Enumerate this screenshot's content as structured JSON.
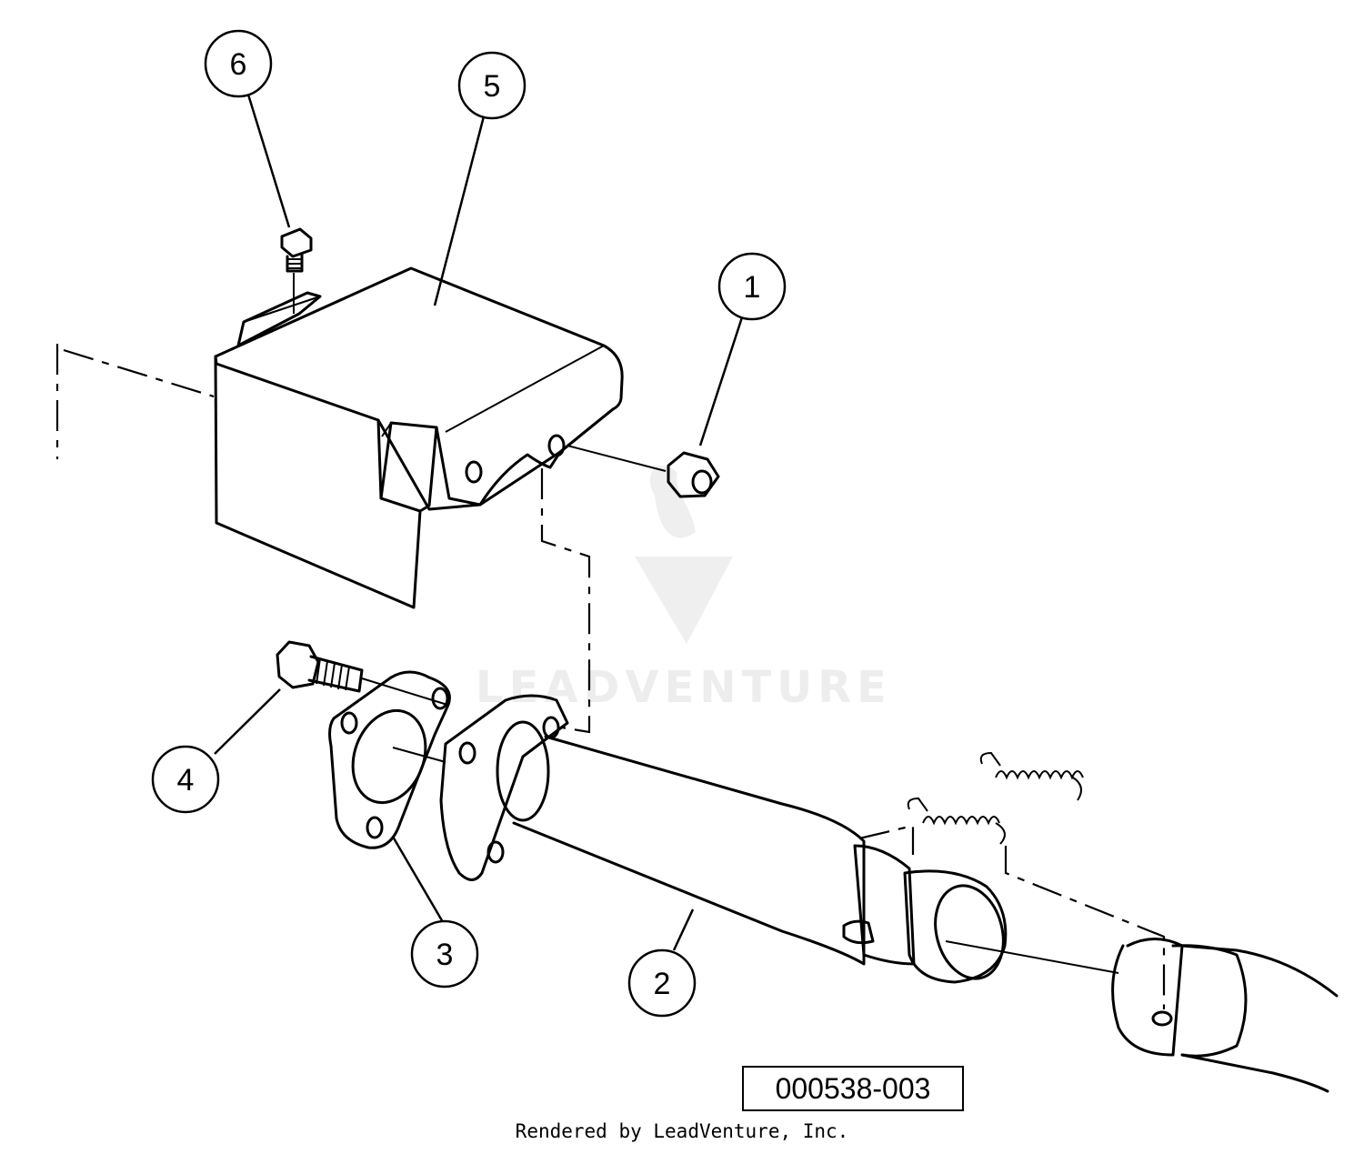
{
  "callouts": {
    "c1": "1",
    "c2": "2",
    "c3": "3",
    "c4": "4",
    "c5": "5",
    "c6": "6"
  },
  "watermark": {
    "text": "LEADVENTURE"
  },
  "part_code": "000538-003",
  "render_credit": "Rendered by LeadVenture, Inc."
}
